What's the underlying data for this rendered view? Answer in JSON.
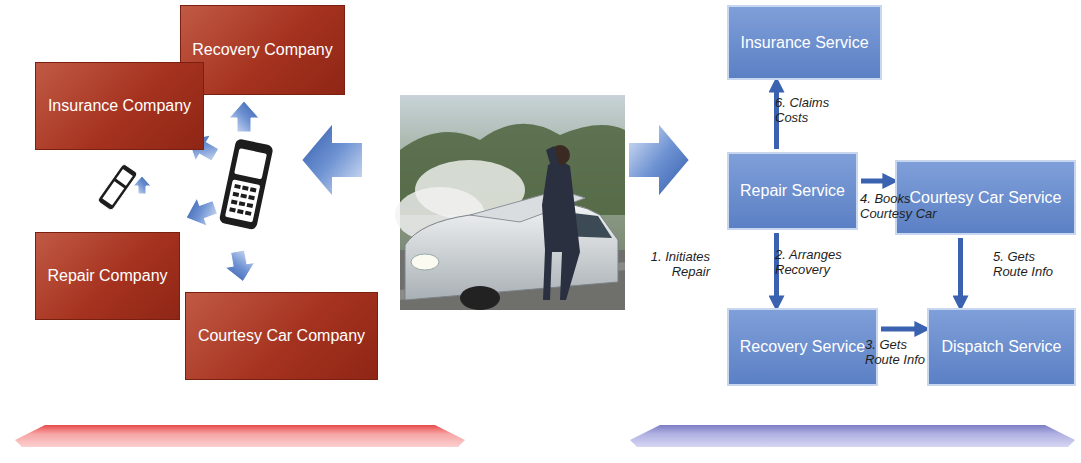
{
  "diagram": {
    "nodes": [
      {
        "text": [
          "Recovery Company"
        ]
      },
      {
        "text": [
          "Insurance Company"
        ]
      },
      {
        "text": [
          "Repair Company"
        ]
      },
      {
        "text": [
          "Courtesy Car Company"
        ]
      },
      {
        "text": [
          "Insurance Service"
        ]
      },
      {
        "text": [
          "Repair Service"
        ]
      },
      {
        "text": [
          "Courtesy Car Service"
        ]
      },
      {
        "text": [
          "Recovery Service"
        ]
      },
      {
        "text": [
          "Dispatch Service"
        ]
      }
    ],
    "edges": [
      {
        "from": 5,
        "to": 4,
        "arrow": "to",
        "label": "6. Claims Costs"
      },
      {
        "from": 5,
        "to": 6,
        "arrow": "to",
        "label": "4. Books Courtesy Car"
      },
      {
        "from": 5,
        "to": 7,
        "arrow": "to",
        "label": "2. Arranges Recovery"
      },
      {
        "from": 7,
        "to": 8,
        "arrow": "to",
        "label": "3. Gets Route Info"
      },
      {
        "from": 6,
        "to": 8,
        "arrow": "to",
        "label": "5. Gets Route Info"
      }
    ],
    "labels": [
      "1. Initiates Repair"
    ]
  }
}
